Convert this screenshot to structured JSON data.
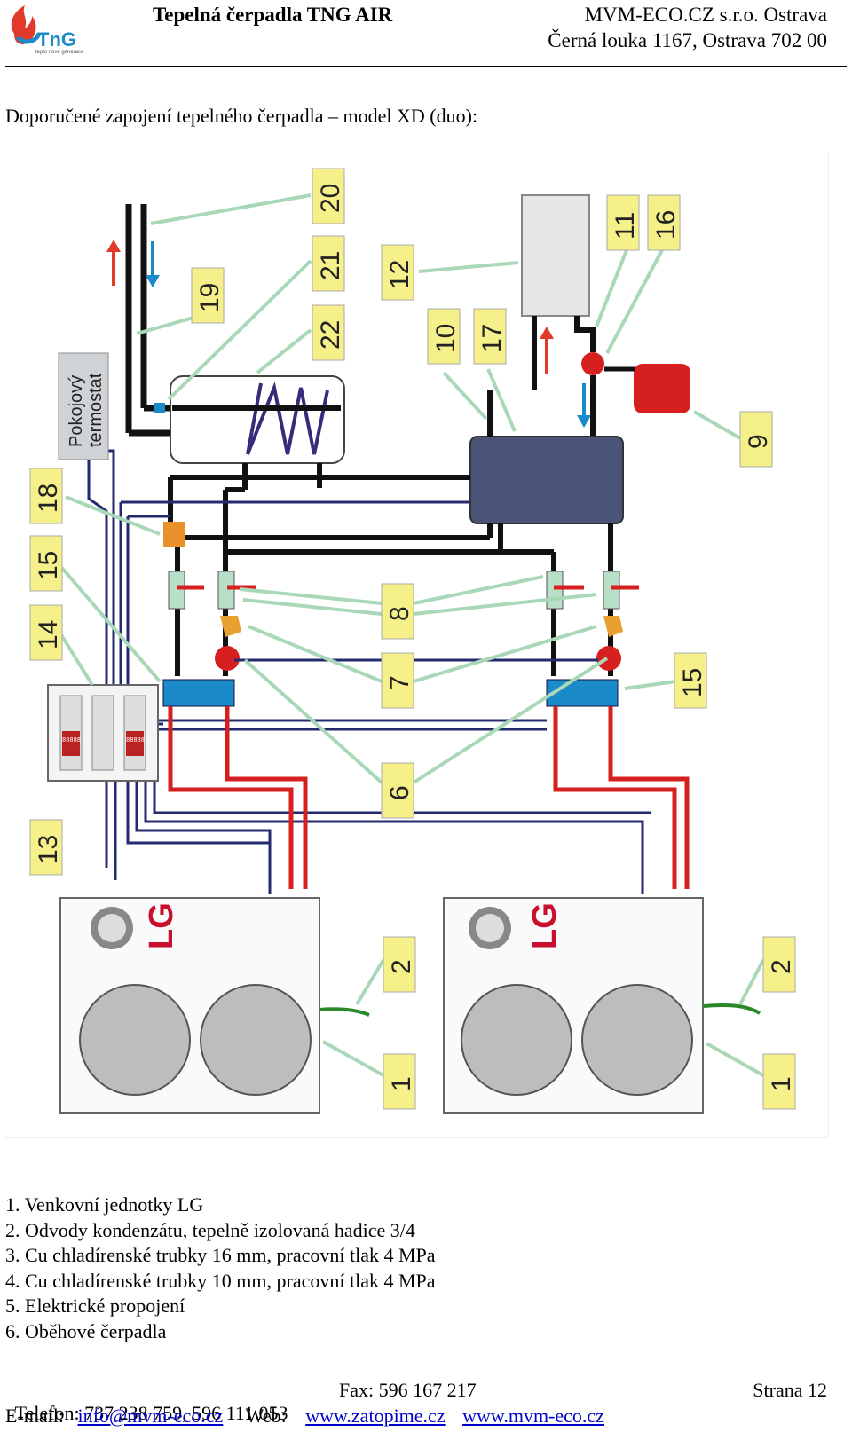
{
  "header": {
    "title": "Tepelná čerpadla TNG AIR",
    "company": "MVM-ECO.CZ s.r.o. Ostrava",
    "address": "Černá louka 1167, Ostrava 702 00",
    "logo_text": "TnG",
    "logo_tagline": "teplo nové generace"
  },
  "page_title": "Doporučené zapojení tepelného čerpadla – model XD (duo):",
  "diagram": {
    "thermostat_line1": "Pokojový",
    "thermostat_line2": "termostat",
    "brand": "LG",
    "panel_display": "88888",
    "callouts": [
      "20",
      "21",
      "22",
      "19",
      "12",
      "11",
      "16",
      "10",
      "17",
      "9",
      "18",
      "15",
      "14",
      "8",
      "7",
      "6",
      "15",
      "13",
      "2",
      "1",
      "2",
      "1"
    ]
  },
  "legend": [
    "1. Venkovní jednotky LG",
    "2. Odvody kondenzátu, tepelně izolovaná hadice 3/4",
    "3. Cu chladírenské trubky 16 mm, pracovní tlak 4 MPa",
    "4. Cu chladírenské trubky 10 mm, pracovní tlak 4 MPa",
    "5. Elektrické propojení",
    "6. Oběhové čerpadla"
  ],
  "footer": {
    "phone": "Telefon: 737 238 759, 596 111 053",
    "fax": "Fax: 596 167 217",
    "page": "Strana 12",
    "email_label": "E-mail:",
    "email": "info@mvm-eco.cz",
    "web_label": "Web:",
    "web1": "www.zatopime.cz",
    "web2": "www.mvm-eco.cz"
  }
}
